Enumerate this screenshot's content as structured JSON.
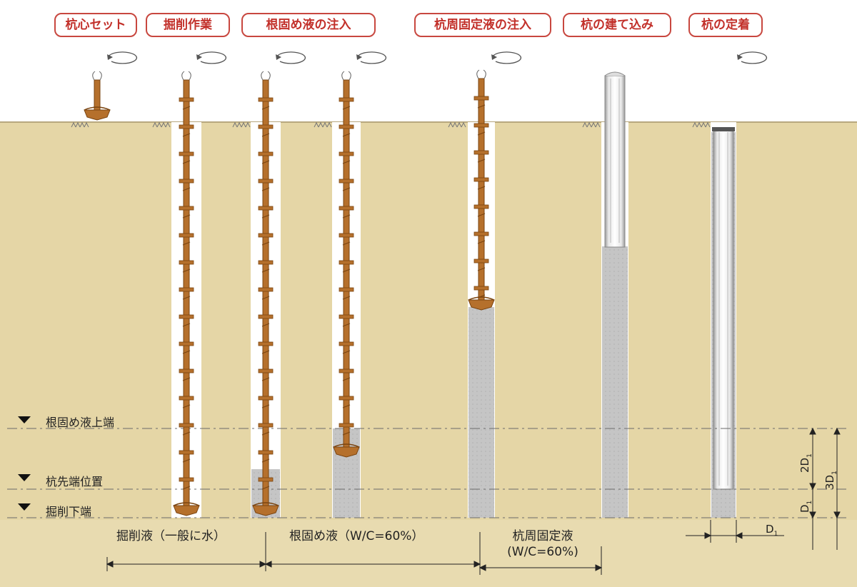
{
  "steps": [
    {
      "label": "杭心セット"
    },
    {
      "label": "掘削作業"
    },
    {
      "label": "根固め液の注入"
    },
    {
      "label": "杭周固定液の注入"
    },
    {
      "label": "杭の建て込み"
    },
    {
      "label": "杭の定着"
    }
  ],
  "levels": {
    "grout_top": "根固め液上端",
    "pile_tip": "杭先端位置",
    "excavation_bottom": "掘削下端"
  },
  "zones": {
    "drilling_fluid": "掘削液（一般に水）",
    "root_grout": "根固め液（W/C=60%）",
    "pile_grout_line1": "杭周固定液",
    "pile_grout_line2": "(W/C=60%)"
  },
  "dimensions": {
    "two_d": "2D",
    "three_d": "3D",
    "one_d": "D",
    "diameter": "D",
    "subscript": "1"
  },
  "colors": {
    "soil": "#e5d6a6",
    "auger": "#b5702c",
    "auger_dark": "#7a4410",
    "grout": "#c5c5c5",
    "label_border": "#c8473f",
    "label_text": "#c2302a"
  }
}
